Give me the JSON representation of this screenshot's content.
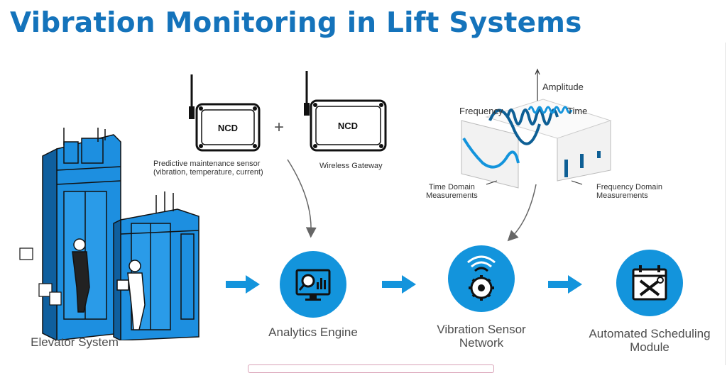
{
  "title": "Vibration Monitoring in Lift Systems",
  "devices": {
    "sensor": {
      "brand": "NCD",
      "caption_line1": "Predictive maintenance sensor",
      "caption_line2": "(vibration, temperature, current)"
    },
    "plus": "+",
    "gateway": {
      "brand": "NCD",
      "caption": "Wireless Gateway"
    }
  },
  "plot": {
    "amplitude": "Amplitude",
    "frequency": "Frequency",
    "time": "Time",
    "time_domain_line1": "Time Domain",
    "time_domain_line2": "Measurements",
    "freq_domain_line1": "Frequency Domain",
    "freq_domain_line2": "Measurements"
  },
  "flow": {
    "elevator": "Elevator System",
    "analytics": "Analytics Engine",
    "vibration_line1": "Vibration Sensor",
    "vibration_line2": "Network",
    "scheduling_line1": "Automated Scheduling",
    "scheduling_line2": "Module"
  },
  "colors": {
    "brand_blue": "#1473bb",
    "circle_blue": "#1394dc",
    "elevator_blue": "#1d8fe0"
  }
}
